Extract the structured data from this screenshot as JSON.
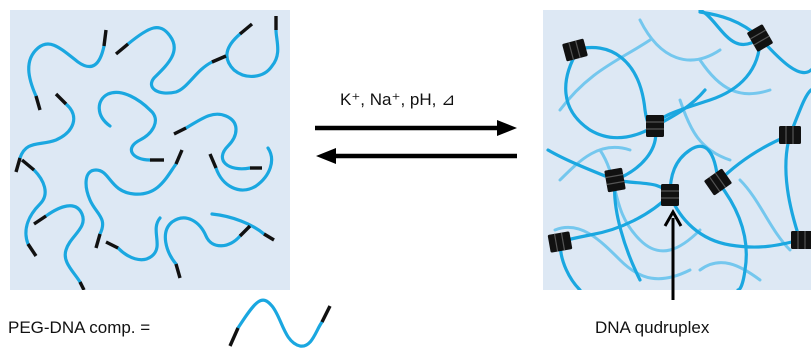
{
  "diagram": {
    "conditions_label": "K⁺, Na⁺, pH, ⊿",
    "legend_label": "PEG-DNA comp. =",
    "quadruplex_label": "DNA qudruplex"
  },
  "colors": {
    "panel_bg": "#dde8f4",
    "peg_strand": "#1aa7e0",
    "peg_strand_light": "#74c7ee",
    "dna_end": "#111111",
    "arrow": "#000000"
  },
  "icons": {
    "forward_arrow": "arrow-right-icon",
    "reverse_arrow": "arrow-left-icon",
    "pointer_arrow": "arrow-up-icon"
  }
}
